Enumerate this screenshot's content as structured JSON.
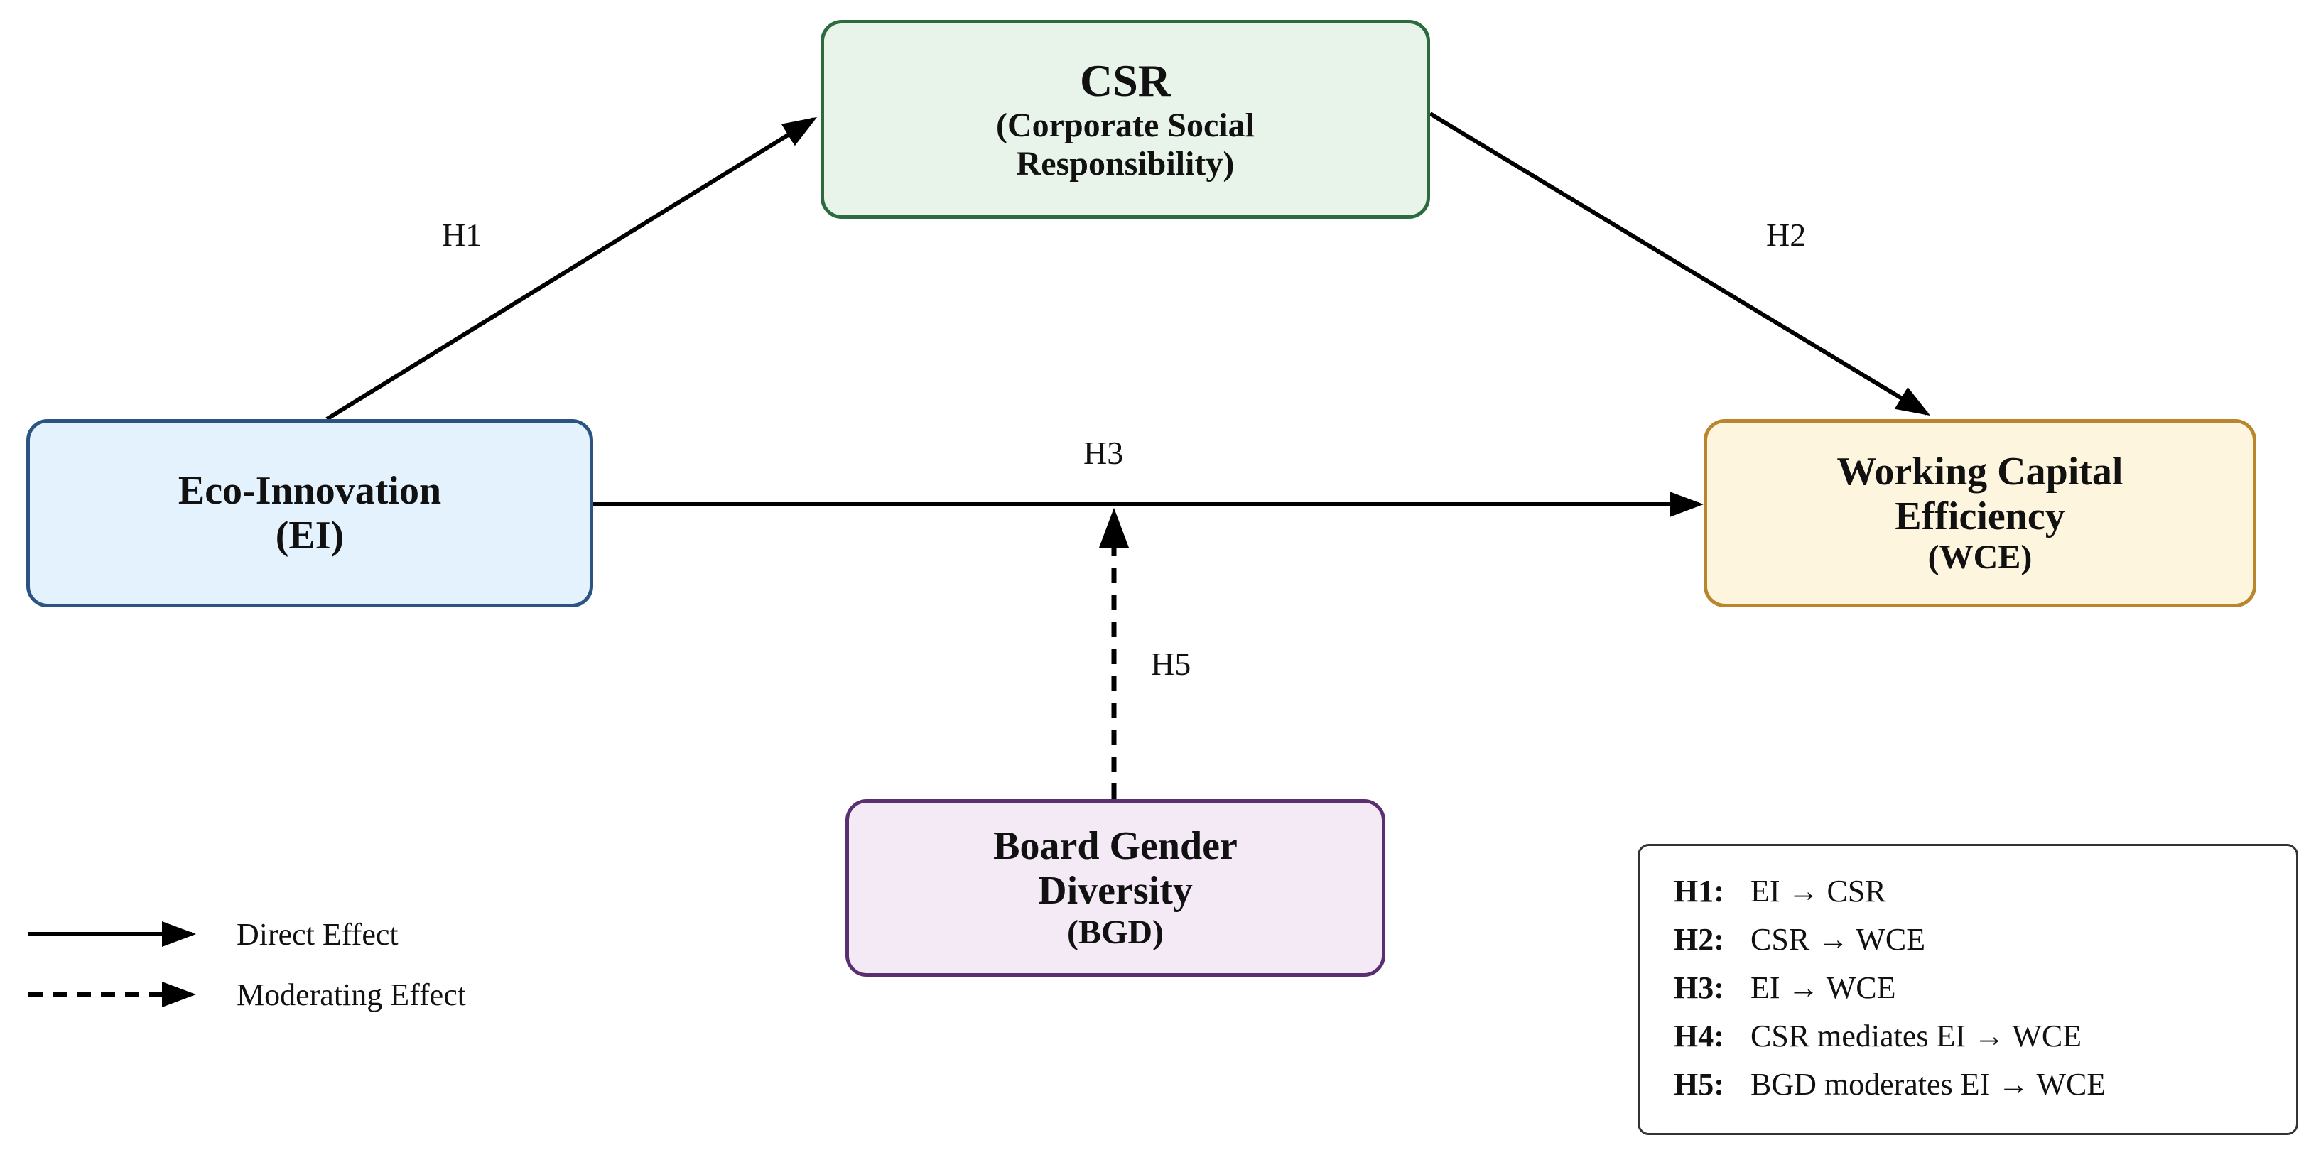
{
  "nodes": {
    "csr": {
      "title": "CSR",
      "subtitle_line1": "(Corporate Social",
      "subtitle_line2": "Responsibility)"
    },
    "ei": {
      "title": "Eco-Innovation",
      "abbr": "(EI)"
    },
    "wce": {
      "title_line1": "Working Capital",
      "title_line2": "Efficiency",
      "abbr": "(WCE)"
    },
    "bgd": {
      "title_line1": "Board Gender",
      "title_line2": "Diversity",
      "abbr": "(BGD)"
    }
  },
  "edges": {
    "h1": {
      "label": "H1",
      "from": "ei",
      "to": "csr",
      "style": "direct"
    },
    "h2": {
      "label": "H2",
      "from": "csr",
      "to": "wce",
      "style": "direct"
    },
    "h3": {
      "label": "H3",
      "from": "ei",
      "to": "wce",
      "style": "direct"
    },
    "h5": {
      "label": "H5",
      "from": "bgd",
      "to": "h3",
      "style": "moderating"
    }
  },
  "legend": {
    "direct": "Direct Effect",
    "moderating": "Moderating Effect"
  },
  "hypotheses": [
    {
      "id": "H1:",
      "text": "EI → CSR"
    },
    {
      "id": "H2:",
      "text": "CSR → WCE"
    },
    {
      "id": "H3:",
      "text": "EI → WCE"
    },
    {
      "id": "H4:",
      "text": "CSR mediates EI → WCE"
    },
    {
      "id": "H5:",
      "text": "BGD moderates EI → WCE"
    }
  ],
  "colors": {
    "csr_fill": "#e8f4ea",
    "csr_border": "#2c6b3d",
    "ei_fill": "#e3f2fc",
    "ei_border": "#2b5482",
    "wce_fill": "#fdf5de",
    "wce_border": "#b9862e",
    "bgd_fill": "#f3eaf6",
    "bgd_border": "#5b2e70",
    "arrow": "#000000"
  }
}
